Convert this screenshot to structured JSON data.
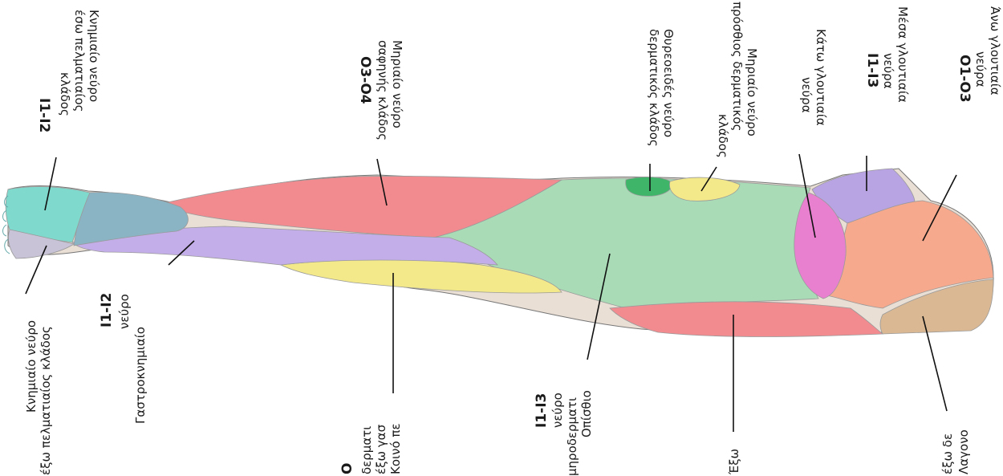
{
  "labels": {
    "upper_gluteal": {
      "line1": "Άνω γλουτιαία",
      "line2": "νεύρα",
      "code": "Ο1-Ο3"
    },
    "middle_gluteal": {
      "line1": "Μέσα γλουτιαία",
      "line2": "νεύρα",
      "code": "Ι1-Ι3"
    },
    "lower_gluteal": {
      "line1": "Κάτω γλουτιαία",
      "line2": "νεύρα"
    },
    "femoral_anterior": {
      "line1": "Μηριαίο νεύρο",
      "line2": "πρόσθιος δερματικός",
      "line3": "κλάδος"
    },
    "obturator": {
      "line1": "Θυρεοειδές νεύρο",
      "line2": "δερματικός κλάδος"
    },
    "saphenous": {
      "line1": "Μηριαίο νεύρο",
      "line2": "σαφηνής κλάδος",
      "code": "Ο3-Ο4"
    },
    "tibial_top": {
      "line1": "Κνημιαίο νεύρο",
      "line2": "έσω πελματιαίος",
      "line3": "κλάδος",
      "code": "Ι1-Ι2"
    },
    "tibial_bottom": {
      "line1": "Κνημιαίο νεύρο",
      "line2": "έξω πελματιαίος κλάδος"
    },
    "sural": {
      "line1": "Γαστροκνημιαίο",
      "line2": "νεύρο",
      "code": "Ι1-Ι2"
    },
    "common_peroneal": {
      "line1": "Κοινό πε",
      "line2": "έξω γασ",
      "line3": "δερματι",
      "code": "Ο"
    },
    "posterior_femoral": {
      "line1": "Οπίσθιο",
      "line2": "μηροδερματι",
      "line3": "νεύρο",
      "code": "Ι1-Ι3"
    },
    "lateral": {
      "line1": "Έξω"
    },
    "iliohypogastric": {
      "line1": "Λαγονο",
      "line2": "έξω δε"
    }
  },
  "colors": {
    "upper_gluteal": "#f6a98d",
    "middle_gluteal": "#b8a3e3",
    "lower_gluteal": "#e87fcf",
    "femoral_anterior": "#f3e98a",
    "obturator": "#3fb56a",
    "posterior_femoral": "#a8dbb6",
    "lateral_femoral": "#f28b8f",
    "iliohypogastric": "#d9b893",
    "saphenous": "#f28b8f",
    "common_peroneal": "#f3e98a",
    "sural": "#c4aeea",
    "tibial_medial": "#7fd9cc",
    "tibial_lateral": "#c9c3d8",
    "heel": "#8ab3c4"
  }
}
